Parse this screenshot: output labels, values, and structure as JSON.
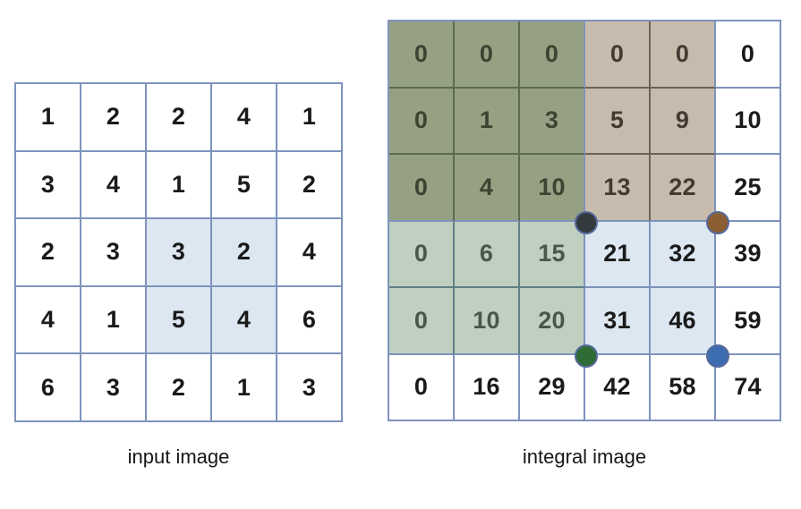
{
  "figure": {
    "background_color": "#ffffff",
    "grid_line_color": "#7e93bd"
  },
  "input_panel": {
    "caption": "input image",
    "columns": 5,
    "rows": 5,
    "values": [
      [
        1,
        2,
        2,
        4,
        1
      ],
      [
        3,
        4,
        1,
        5,
        2
      ],
      [
        2,
        3,
        3,
        2,
        4
      ],
      [
        4,
        1,
        5,
        4,
        6
      ],
      [
        6,
        3,
        2,
        1,
        3
      ]
    ],
    "highlight": {
      "color": "#dce7f1",
      "label": "summed-region",
      "cells": [
        [
          2,
          2
        ],
        [
          2,
          3
        ],
        [
          3,
          2
        ],
        [
          3,
          3
        ]
      ]
    }
  },
  "integral_panel": {
    "caption": "integral image",
    "columns": 6,
    "rows": 6,
    "values": [
      [
        0,
        0,
        0,
        0,
        0,
        0
      ],
      [
        0,
        1,
        3,
        5,
        9,
        10
      ],
      [
        0,
        4,
        10,
        13,
        22,
        25
      ],
      [
        0,
        6,
        15,
        21,
        32,
        39
      ],
      [
        0,
        10,
        20,
        31,
        46,
        59
      ],
      [
        0,
        16,
        29,
        42,
        58,
        74
      ]
    ],
    "regions": [
      {
        "name": "region-a-dark-green",
        "color": "#96a183",
        "row_start": 0,
        "row_end": 2,
        "col_start": 0,
        "col_end": 2
      },
      {
        "name": "region-b-tan",
        "color": "#c7bbad",
        "row_start": 0,
        "row_end": 2,
        "col_start": 3,
        "col_end": 4
      },
      {
        "name": "region-c-light-green",
        "color": "#bfd0c0",
        "row_start": 3,
        "row_end": 4,
        "col_start": 0,
        "col_end": 2
      },
      {
        "name": "region-d-light-blue",
        "color": "#dce7f1",
        "row_start": 3,
        "row_end": 4,
        "col_start": 3,
        "col_end": 4
      }
    ],
    "corner_markers": [
      {
        "name": "marker-a-dark",
        "color": "#333a3d",
        "corner_row": 3,
        "corner_col": 3,
        "value_at": 10
      },
      {
        "name": "marker-b-brown",
        "color": "#8b5e32",
        "corner_row": 3,
        "corner_col": 5,
        "value_at": 22
      },
      {
        "name": "marker-c-green",
        "color": "#2f6b35",
        "corner_row": 5,
        "corner_col": 3,
        "value_at": 20
      },
      {
        "name": "marker-d-blue",
        "color": "#3d6cb0",
        "corner_row": 5,
        "corner_col": 5,
        "value_at": 46
      }
    ]
  }
}
